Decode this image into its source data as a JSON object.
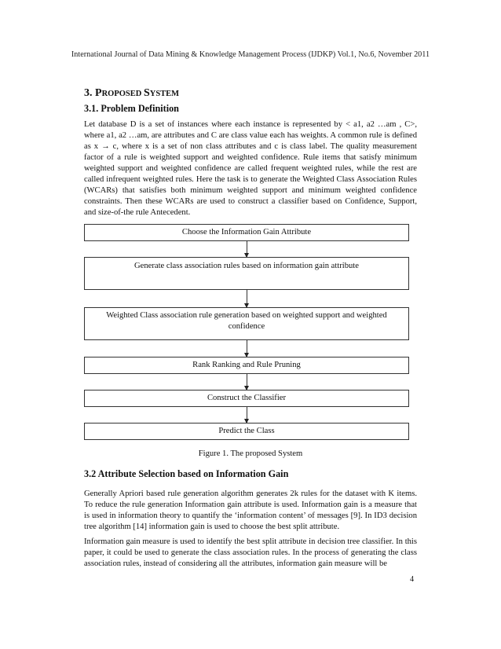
{
  "header": {
    "running_title": "International Journal of Data Mining & Knowledge Management Process (IJDKP) Vol.1, No.6, November 2011"
  },
  "section": {
    "number": "3.",
    "title_initial": "P",
    "title_rest_1": "ROPOSED ",
    "title_initial_2": "S",
    "title_rest_2": "YSTEM"
  },
  "subsection_1": {
    "heading": "3.1. Problem Definition",
    "paragraph": "Let database D is a set of instances where each instance is represented by < a1, a2 …am , C>, where a1, a2 …am, are attributes and C are class value each has weights. A common rule is defined as x → c, where x is a set of non class attributes and c is class label. The quality measurement factor of a rule is weighted support and weighted confidence. Rule items that satisfy minimum weighted support and weighted confidence are called frequent weighted rules, while the rest are called infrequent weighted rules. Here the task is to generate the Weighted Class Association Rules (WCARs) that satisfies both minimum weighted support and minimum weighted confidence constraints. Then these WCARs are used to construct a classifier based on Confidence, Support, and size-of-the rule Antecedent."
  },
  "figure": {
    "steps": [
      "Choose the Information Gain Attribute",
      "Generate class association rules based on information gain attribute",
      "Weighted Class association rule generation based on weighted support and weighted confidence",
      "Rank Ranking and Rule Pruning",
      "Construct the Classifier",
      "Predict the Class"
    ],
    "caption": "Figure 1. The proposed System"
  },
  "subsection_2": {
    "heading": "3.2 Attribute Selection based on Information Gain",
    "paragraph_1": "Generally Apriori based rule generation algorithm generates 2k rules for the dataset with K items. To reduce the rule generation Information gain attribute is used. Information gain is a measure that is used in information theory to quantify the ‘information content’ of messages [9]. In ID3 decision tree algorithm [14] information gain is used to choose the best split attribute.",
    "paragraph_2": "Information gain measure is used to identify the best split attribute in decision tree classifier. In this paper, it could be used to generate the class association rules. In the process of generating the class association rules, instead of considering all the attributes, information gain measure will be"
  },
  "footer": {
    "page_number": "4"
  }
}
